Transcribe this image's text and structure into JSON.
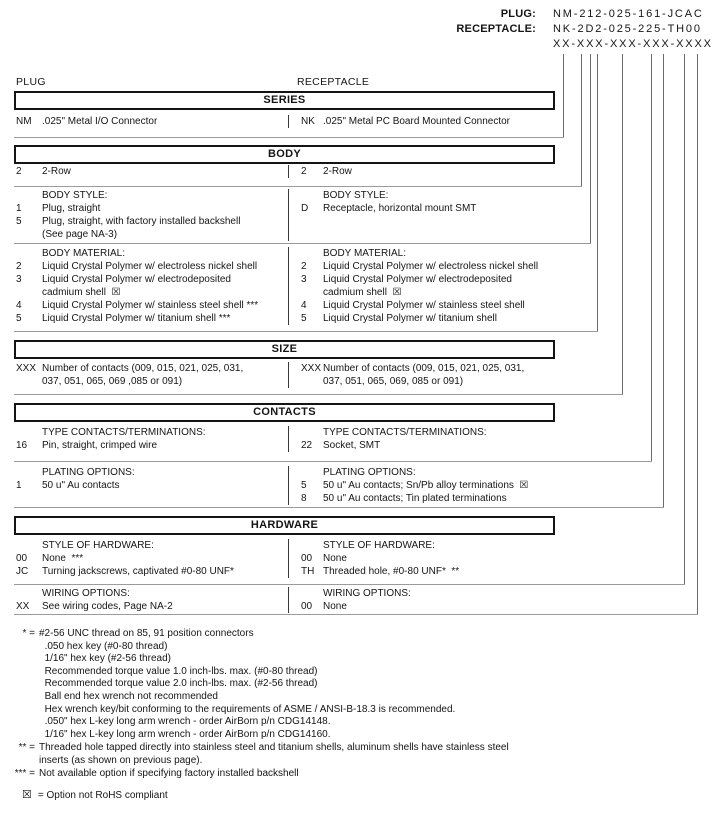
{
  "part_numbers": {
    "plug_label": "PLUG:",
    "plug_value": "NM-212-025-161-JCAC",
    "receptacle_label": "RECEPTACLE:",
    "receptacle_value": "NK-2D2-025-225-TH00",
    "digit_mask": "XX-XXX-XXX-XXX-XXXX"
  },
  "column_labels": {
    "left": "PLUG",
    "right": "RECEPTACLE"
  },
  "series": {
    "title": "SERIES",
    "left": {
      "rows": [
        {
          "code": "NM",
          "text": ".025\" Metal I/O Connector"
        }
      ]
    },
    "right": {
      "rows": [
        {
          "code": "NK",
          "text": ".025\" Metal PC Board Mounted Connector"
        }
      ]
    }
  },
  "body": {
    "title": "BODY",
    "row": {
      "left": {
        "rows": [
          {
            "code": "2",
            "text": "2-Row"
          }
        ]
      },
      "right": {
        "rows": [
          {
            "code": "2",
            "text": "2-Row"
          }
        ]
      }
    },
    "style": {
      "left": {
        "heading": "BODY STYLE:",
        "rows": [
          {
            "code": "1",
            "text": "Plug, straight"
          },
          {
            "code": "5",
            "text": "Plug, straight, with factory installed backshell\n(See page NA-3)"
          }
        ]
      },
      "right": {
        "heading": "BODY STYLE:",
        "rows": [
          {
            "code": "D",
            "text": "Receptacle, horizontal mount SMT"
          }
        ]
      }
    },
    "material": {
      "left": {
        "heading": "BODY MATERIAL:",
        "rows": [
          {
            "code": "2",
            "text": "Liquid Crystal Polymer w/ electroless nickel shell"
          },
          {
            "code": "3",
            "text": "Liquid Crystal Polymer w/ electrodeposited\ncadmium shell  ☒"
          },
          {
            "code": "4",
            "text": "Liquid Crystal Polymer w/ stainless steel shell ***"
          },
          {
            "code": "5",
            "text": "Liquid Crystal Polymer w/ titanium shell ***"
          }
        ]
      },
      "right": {
        "heading": "BODY MATERIAL:",
        "rows": [
          {
            "code": "2",
            "text": "Liquid Crystal Polymer w/ electroless nickel shell"
          },
          {
            "code": "3",
            "text": "Liquid Crystal Polymer w/ electrodeposited\ncadmium shell  ☒"
          },
          {
            "code": "4",
            "text": "Liquid Crystal Polymer w/ stainless steel shell"
          },
          {
            "code": "5",
            "text": "Liquid Crystal Polymer w/ titanium shell"
          }
        ]
      }
    }
  },
  "size": {
    "title": "SIZE",
    "left": {
      "rows": [
        {
          "code": "XXX",
          "text": "Number of contacts (009, 015, 021, 025, 031,\n037, 051, 065, 069 ,085 or 091)"
        }
      ]
    },
    "right": {
      "rows": [
        {
          "code": "XXX",
          "text": "Number of contacts (009, 015, 021, 025, 031,\n037, 051, 065, 069, 085 or 091)"
        }
      ]
    }
  },
  "contacts": {
    "title": "CONTACTS",
    "type": {
      "left": {
        "heading": "TYPE CONTACTS/TERMINATIONS:",
        "rows": [
          {
            "code": "16",
            "text": "Pin, straight, crimped wire"
          }
        ]
      },
      "right": {
        "heading": "TYPE CONTACTS/TERMINATIONS:",
        "rows": [
          {
            "code": "22",
            "text": "Socket, SMT"
          }
        ]
      }
    },
    "plating": {
      "left": {
        "heading": "PLATING OPTIONS:",
        "rows": [
          {
            "code": "1",
            "text": "50 u\" Au contacts"
          }
        ]
      },
      "right": {
        "heading": "PLATING OPTIONS:",
        "rows": [
          {
            "code": "5",
            "text": "50 u\" Au contacts; Sn/Pb alloy terminations  ☒"
          },
          {
            "code": "8",
            "text": "50 u\" Au contacts; Tin plated terminations"
          }
        ]
      }
    }
  },
  "hardware": {
    "title": "HARDWARE",
    "style": {
      "left": {
        "heading": "STYLE OF HARDWARE:",
        "rows": [
          {
            "code": "00",
            "text": "None  ***"
          },
          {
            "code": "JC",
            "text": "Turning jackscrews, captivated #0-80 UNF*"
          }
        ]
      },
      "right": {
        "heading": "STYLE OF HARDWARE:",
        "rows": [
          {
            "code": "00",
            "text": "None"
          },
          {
            "code": "TH",
            "text": "Threaded hole, #0-80 UNF*  **"
          }
        ]
      }
    },
    "wiring": {
      "left": {
        "heading": "WIRING OPTIONS:",
        "rows": [
          {
            "code": "XX",
            "text": "See wiring codes, Page NA-2"
          }
        ]
      },
      "right": {
        "heading": "WIRING OPTIONS:",
        "rows": [
          {
            "code": "00",
            "text": "None"
          }
        ]
      }
    }
  },
  "footnotes": [
    {
      "symbol": "* =",
      "text": "#2-56 UNC thread on 85, 91 position connectors\n  .050 hex key (#0-80 thread)\n  1/16\" hex key (#2-56 thread)\n  Recommended torque value 1.0 inch-lbs. max. (#0-80 thread)\n  Recommended torque value 2.0 inch-lbs. max. (#2-56 thread)\n  Ball end hex wrench not recommended\n  Hex wrench key/bit conforming to the requirements of ASME / ANSI-B-18.3 is recommended.\n  .050\" hex L-key long arm wrench - order AirBorn p/n CDG14148.\n  1/16\" hex L-key long arm wrench - order AirBorn p/n CDG14160."
    },
    {
      "symbol": "** =",
      "text": "Threaded hole tapped directly into stainless steel and titanium shells, aluminum shells have stainless steel\ninserts (as shown on previous page)."
    },
    {
      "symbol": "*** =",
      "text": "Not available option if specifying factory installed backshell"
    }
  ],
  "rohs_note": {
    "symbol": "☒",
    "text": "= Option not RoHS compliant"
  }
}
